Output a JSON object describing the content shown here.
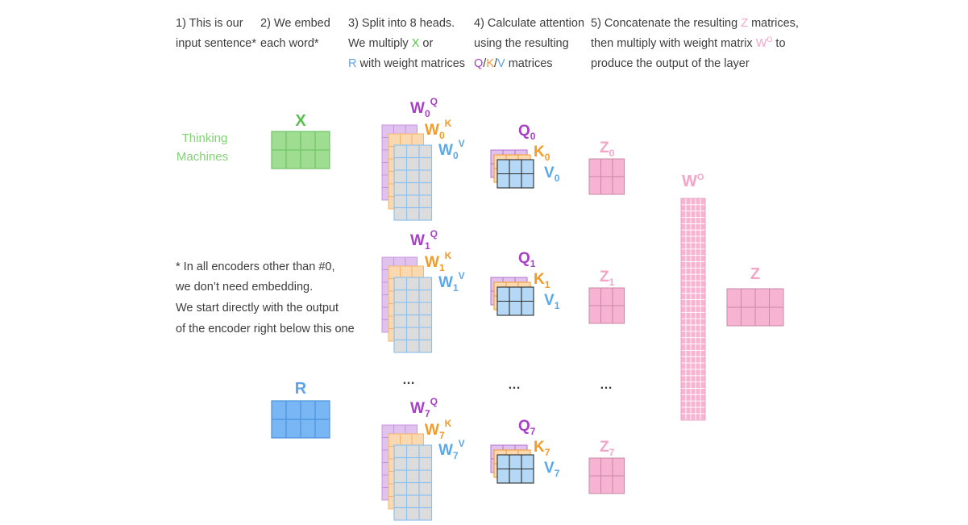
{
  "colors": {
    "text": "#3d3d3d",
    "x_green": "#58bf4e",
    "x_fill": "#9fdd92",
    "r_blue": "#5ea4e9",
    "r_fill": "#79b6f4",
    "q_purple": "#a840c6",
    "q_fill": "#e0c2ee",
    "k_orange": "#f39a28",
    "k_fill": "#fbd9b0",
    "v_blue": "#59a8e9",
    "v_fill": "#b4d8f5",
    "w_gray": "#dcdcdc",
    "z_pink": "#f3a5c8",
    "z_fill": "#f7b3d2"
  },
  "steps": {
    "step1": [
      "1) This is our",
      "input sentence*"
    ],
    "step2": [
      "2) We embed",
      "each word*"
    ],
    "step3": {
      "line1": "3) Split into 8 heads.",
      "line2_pre": "We multiply ",
      "line2_x": "X",
      "line2_post": " or",
      "line3_r": "R",
      "line3_post": " with weight matrices"
    },
    "step4": {
      "line1": "4) Calculate attention",
      "line2": "using the resulting",
      "q": "Q",
      "sep1": "/",
      "k": "K",
      "sep2": "/",
      "v": "V",
      "line3_post": " matrices"
    },
    "step5": {
      "line1_pre": "5) Concatenate the resulting ",
      "line1_z": "Z",
      "line1_post": " matrices,",
      "line2_pre": "then multiply with weight matrix ",
      "line2_w": "W",
      "line2_o": "O",
      "line2_post": " to",
      "line3": "produce the output of the layer"
    }
  },
  "input_words": [
    "Thinking",
    "Machines"
  ],
  "note": [
    "* In all encoders other than #0,",
    "we don’t need embedding.",
    "We start directly with the output",
    "of the encoder right below this one"
  ],
  "labels": {
    "x": "X",
    "r": "R",
    "w": "W",
    "q": "Q",
    "k": "K",
    "v": "V",
    "z": "Z",
    "wo_base": "W",
    "wo_sup": "O",
    "z_out": "Z",
    "ellipsis": "…"
  },
  "heads": [
    {
      "index": "0"
    },
    {
      "index": "1"
    },
    {
      "index": "7"
    }
  ]
}
